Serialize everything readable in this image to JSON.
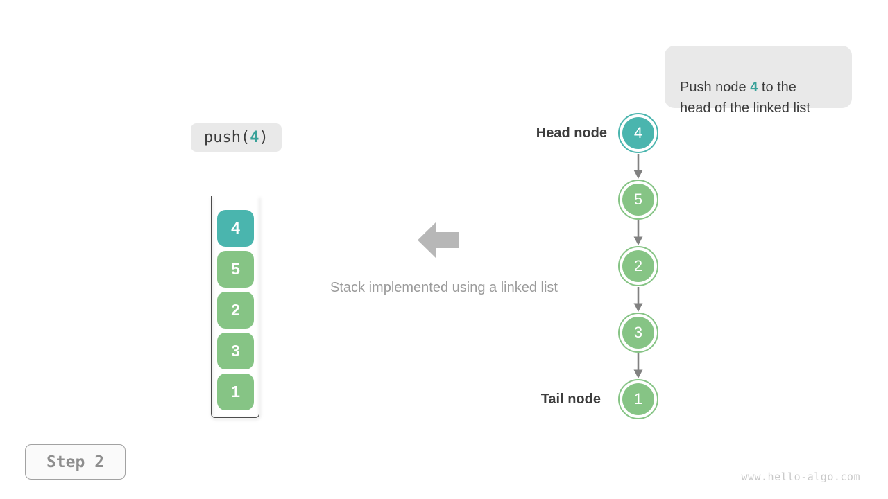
{
  "colors": {
    "teal_node": "#4ab5ae",
    "green_node": "#86c485",
    "teal_text": "#39a199",
    "connector_gray": "#818181",
    "block_arrow_gray": "#b7b7b7"
  },
  "callout": {
    "prefix": "Push node ",
    "value": "4",
    "suffix": " to the\nhead of the linked list"
  },
  "operation": {
    "prefix": "push(",
    "value": "4",
    "suffix": ")"
  },
  "stack": {
    "items": [
      {
        "value": "4",
        "highlight": true
      },
      {
        "value": "5",
        "highlight": false
      },
      {
        "value": "2",
        "highlight": false
      },
      {
        "value": "3",
        "highlight": false
      },
      {
        "value": "1",
        "highlight": false
      }
    ]
  },
  "caption": "Stack implemented using a linked list",
  "linked_list": {
    "head_label": "Head node",
    "tail_label": "Tail node",
    "nodes": [
      {
        "value": "4",
        "highlight": true
      },
      {
        "value": "5",
        "highlight": false
      },
      {
        "value": "2",
        "highlight": false
      },
      {
        "value": "3",
        "highlight": false
      },
      {
        "value": "1",
        "highlight": false
      }
    ]
  },
  "step_badge": "Step 2",
  "watermark": "www.hello-algo.com"
}
